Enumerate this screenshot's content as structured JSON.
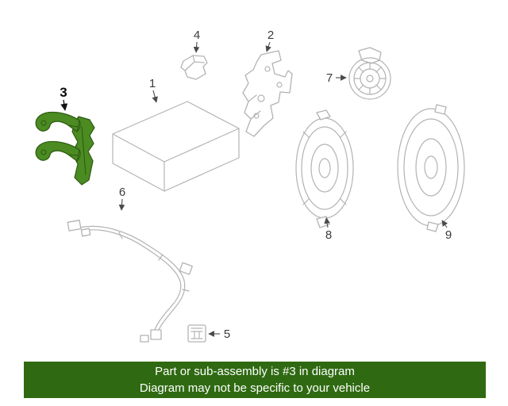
{
  "diagram": {
    "labels": [
      "1",
      "2",
      "3",
      "4",
      "5",
      "6",
      "7",
      "8",
      "9"
    ],
    "highlighted_part": "3"
  },
  "banner": {
    "line1": "Part or sub-assembly is #3 in diagram",
    "line2": "Diagram may not be specific to your vehicle"
  },
  "colors": {
    "background": "#ffffff",
    "diagram_line": "#b3b3b3",
    "highlight_green": "#4b8b22",
    "highlight_green_dark": "#2c5a10",
    "banner_background": "#2f6a12",
    "banner_text": "#ffffff",
    "label_text": "#3a3a3a"
  }
}
